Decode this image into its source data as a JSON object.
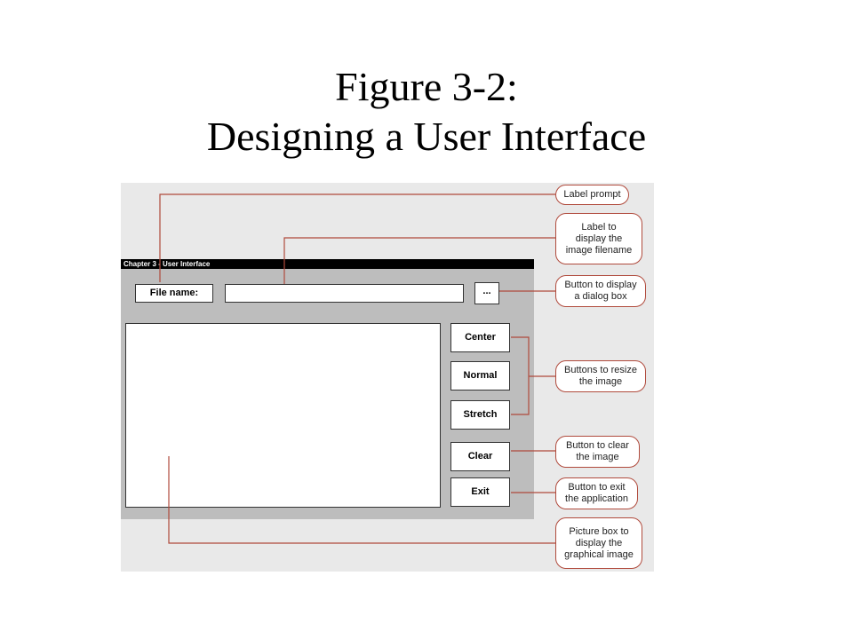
{
  "title": {
    "line1": "Figure 3-2:",
    "line2": "Designing a User Interface"
  },
  "window": {
    "title": "Chapter 3 - User Interface",
    "filename_label": "File name:",
    "browse_button": "...",
    "buttons": {
      "center": "Center",
      "normal": "Normal",
      "stretch": "Stretch",
      "clear": "Clear",
      "exit": "Exit"
    }
  },
  "callouts": {
    "label_prompt": "Label prompt",
    "label_filename": "Label to\ndisplay the\nimage filename",
    "button_dialog": "Button to display\na dialog box",
    "buttons_resize": "Buttons to resize\nthe image",
    "button_clear": "Button to clear\nthe image",
    "button_exit": "Button to exit\nthe application",
    "picture_box": "Picture box to\ndisplay the\ngraphical image"
  },
  "colors": {
    "callout_line": "#b04a3c",
    "figure_background": "#e9e9e9",
    "window_background": "#bdbdbd"
  }
}
